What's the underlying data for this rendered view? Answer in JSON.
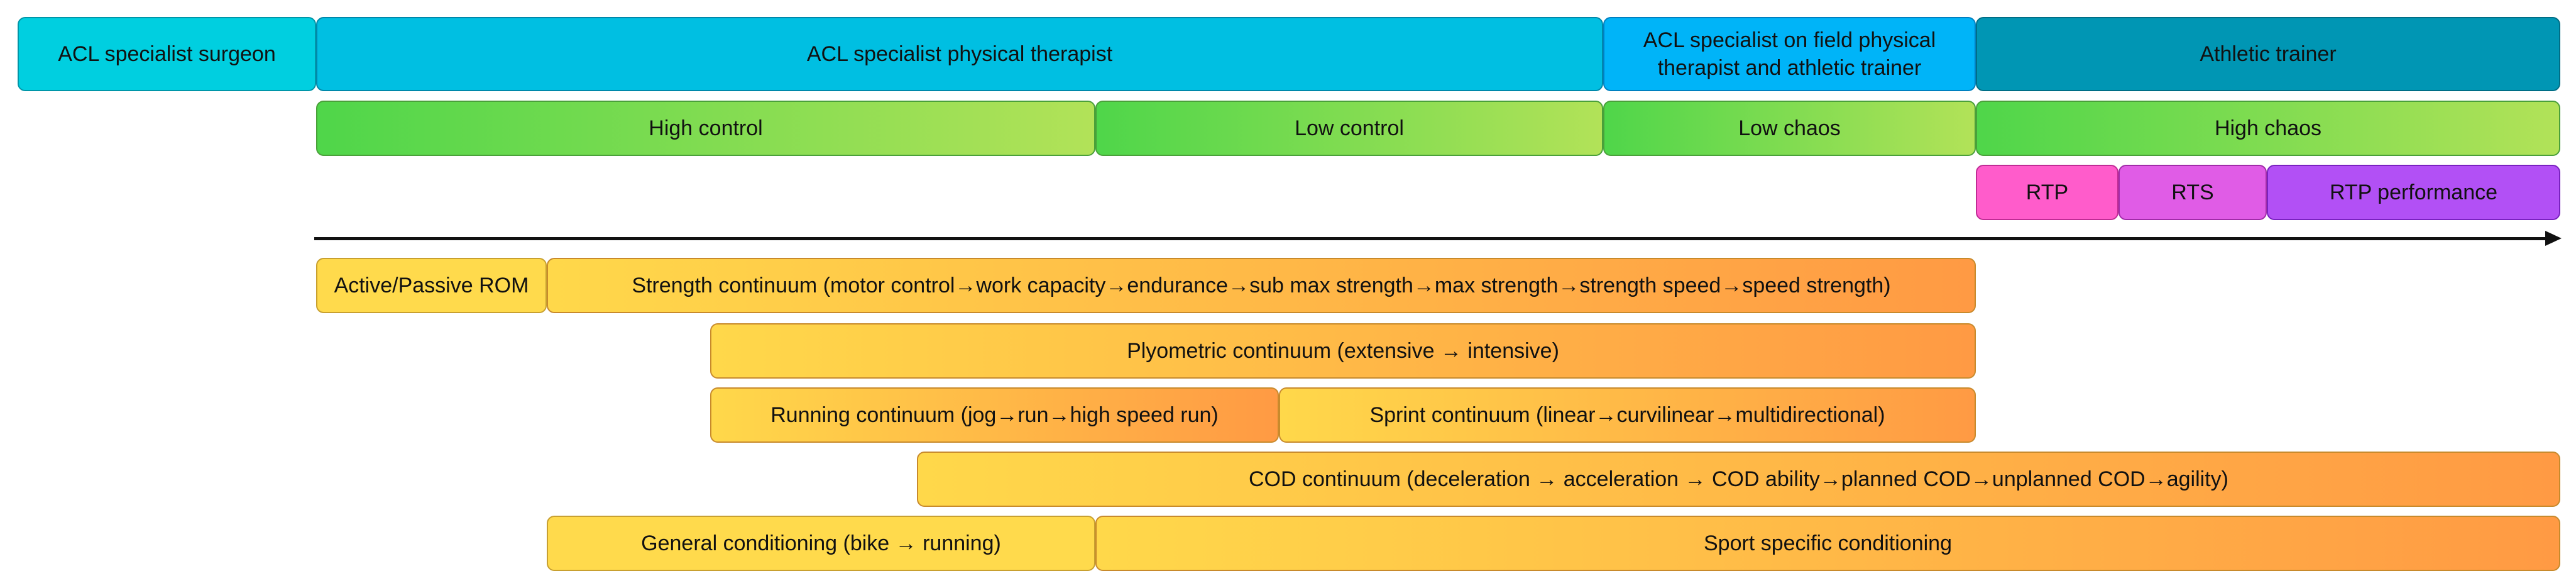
{
  "roles": {
    "surgeon": "ACL specialist surgeon",
    "physical_therapist": "ACL specialist physical therapist",
    "field_therapist": "ACL specialist on field physical therapist and athletic trainer",
    "athletic_trainer": "Athletic trainer"
  },
  "phases": {
    "high_control": "High control",
    "low_control": "Low control",
    "low_chaos": "Low chaos",
    "high_chaos": "High chaos"
  },
  "milestones": {
    "rtp": "RTP",
    "rts": "RTS",
    "rtp_performance": "RTP performance"
  },
  "continua": {
    "rom": "Active/Passive ROM",
    "strength": "Strength continuum (motor control→work capacity→endurance→sub max strength→max strength→strength speed→speed strength)",
    "plyometric": "Plyometric continuum (extensive → intensive)",
    "running": "Running continuum (jog→run→high speed run)",
    "sprint": "Sprint continuum (linear→curvilinear→multidirectional)",
    "cod": "COD continuum (deceleration → acceleration → COD ability→planned COD→unplanned COD→agility)",
    "general_conditioning": "General conditioning (bike → running)",
    "sport_conditioning": "Sport specific conditioning"
  }
}
